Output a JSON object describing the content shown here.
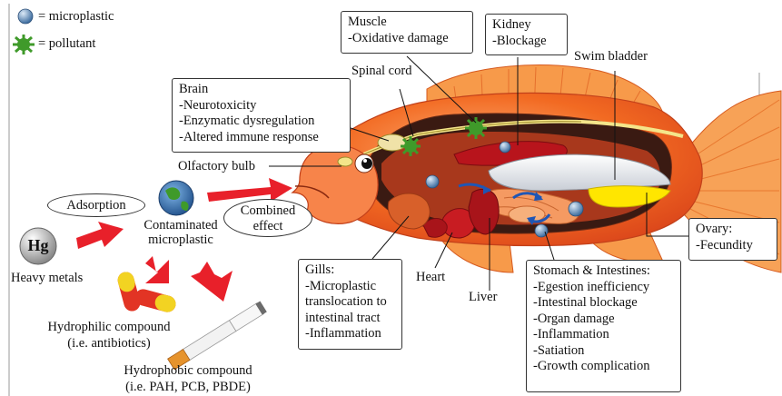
{
  "legend": {
    "microplastic": "= microplastic",
    "pollutant": "= pollutant"
  },
  "sources": {
    "heavy_metals_symbol": "Hg",
    "heavy_metals": "Heavy metals",
    "hydrophilic": [
      "Hydrophilic compound",
      "(i.e. antibiotics)"
    ],
    "hydrophobic": [
      "Hydrophobic compound",
      "(i.e. PAH, PCB, PBDE)"
    ]
  },
  "process": {
    "adsorption": "Adsorption",
    "contaminated": [
      "Contaminated",
      "microplastic"
    ],
    "combined_effect": [
      "Combined",
      "effect"
    ]
  },
  "labels": {
    "spinal_cord": "Spinal cord",
    "swim_bladder": "Swim bladder",
    "olfactory_bulb": "Olfactory bulb",
    "heart": "Heart",
    "liver": "Liver"
  },
  "boxes": {
    "muscle": [
      "Muscle",
      "-Oxidative damage"
    ],
    "kidney": [
      "Kidney",
      "-Blockage"
    ],
    "brain": [
      "Brain",
      "-Neurotoxicity",
      "-Enzymatic dysregulation",
      "-Altered immune response"
    ],
    "gills": [
      "Gills:",
      "-Microplastic",
      "translocation to",
      "intestinal tract",
      "-Inflammation"
    ],
    "stomach": [
      "Stomach & Intestines:",
      "-Egestion inefficiency",
      "-Intestinal blockage",
      "-Organ damage",
      "-Inflammation",
      "-Satiation",
      "-Growth complication"
    ],
    "ovary": [
      "Ovary:",
      "-Fecundity"
    ]
  },
  "colors": {
    "fish_body": "#f26a22",
    "fish_fin": "#f79a4a",
    "arrow": "#e8202a",
    "pollutant": "#3f9a2a",
    "microplastic": "#5d8fc4"
  }
}
